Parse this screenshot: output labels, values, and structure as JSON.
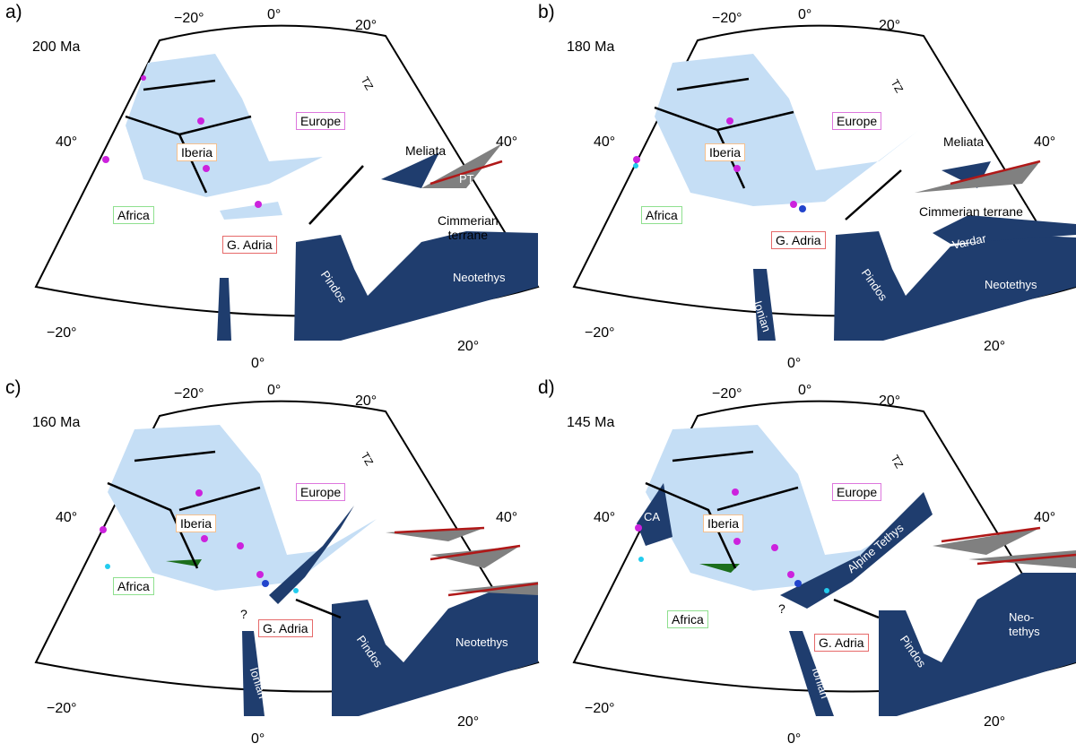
{
  "colors": {
    "ocean": "#1f3d6e",
    "shelf": "#c5def5",
    "africa_box": "#8fe08f",
    "iberia_box": "#f5c08e",
    "adria_box": "#e66a6a",
    "europe_box": "#dd77dd",
    "suture_red": "#b01818",
    "gray_terrane": "#808080",
    "green_terrane": "#1c6e1c",
    "magenta_dot": "#cc22dd",
    "cyan_dot": "#22ccee"
  },
  "icons": [
    "extension-arrow-icon",
    "graticule-tick-icon",
    "fault-line-icon",
    "sample-dot-icon"
  ],
  "panels": [
    {
      "letter": "a)",
      "age": "200 Ma",
      "labels": {
        "europe": "Europe",
        "iberia": "Iberia",
        "africa": "Africa",
        "adria": "G. Adria",
        "meliata": "Meliata",
        "pt": "PT",
        "cimmerian": "Cimmerian\nterrane",
        "pindos": "Pindos",
        "neotethys": "Neotethys",
        "tz": "TZ"
      },
      "ticks": {
        "top_left": "−20°",
        "top_mid": "0°",
        "top_right": "20°",
        "left": "40°",
        "right": "40°",
        "bottom_left": "−20°",
        "bottom_mid": "0°",
        "bottom_right": "20°"
      }
    },
    {
      "letter": "b)",
      "age": "180 Ma",
      "labels": {
        "europe": "Europe",
        "iberia": "Iberia",
        "africa": "Africa",
        "adria": "G. Adria",
        "meliata": "Meliata",
        "cimmerian": "Cimmerian terrane",
        "vardar": "Vardar",
        "pindos": "Pindos",
        "neotethys": "Neotethys",
        "ionian": "Ionian",
        "tz": "TZ"
      },
      "ticks": {
        "top_left": "−20°",
        "top_mid": "0°",
        "top_right": "20°",
        "left": "40°",
        "right": "40°",
        "bottom_left": "−20°",
        "bottom_mid": "0°",
        "bottom_right": "20°"
      }
    },
    {
      "letter": "c)",
      "age": "160 Ma",
      "labels": {
        "europe": "Europe",
        "iberia": "Iberia",
        "africa": "Africa",
        "adria": "G. Adria",
        "pindos": "Pindos",
        "neotethys": "Neotethys",
        "ionian": "Ionian",
        "question": "?",
        "tz": "TZ"
      },
      "ticks": {
        "top_left": "−20°",
        "top_mid": "0°",
        "top_right": "20°",
        "left": "40°",
        "right": "40°",
        "bottom_left": "−20°",
        "bottom_mid": "0°",
        "bottom_right": "20°"
      }
    },
    {
      "letter": "d)",
      "age": "145 Ma",
      "labels": {
        "europe": "Europe",
        "iberia": "Iberia",
        "africa": "Africa",
        "adria": "G. Adria",
        "ca": "CA",
        "alpine": "Alpine Tethys",
        "pindos": "Pindos",
        "neotethys": "Neo-\ntethys",
        "ionian": "Ionian",
        "question": "?",
        "tz": "TZ"
      },
      "ticks": {
        "top_left": "−20°",
        "top_mid": "0°",
        "top_right": "20°",
        "left": "40°",
        "right": "40°",
        "bottom_left": "−20°",
        "bottom_mid": "0°",
        "bottom_right": "20°"
      }
    }
  ]
}
